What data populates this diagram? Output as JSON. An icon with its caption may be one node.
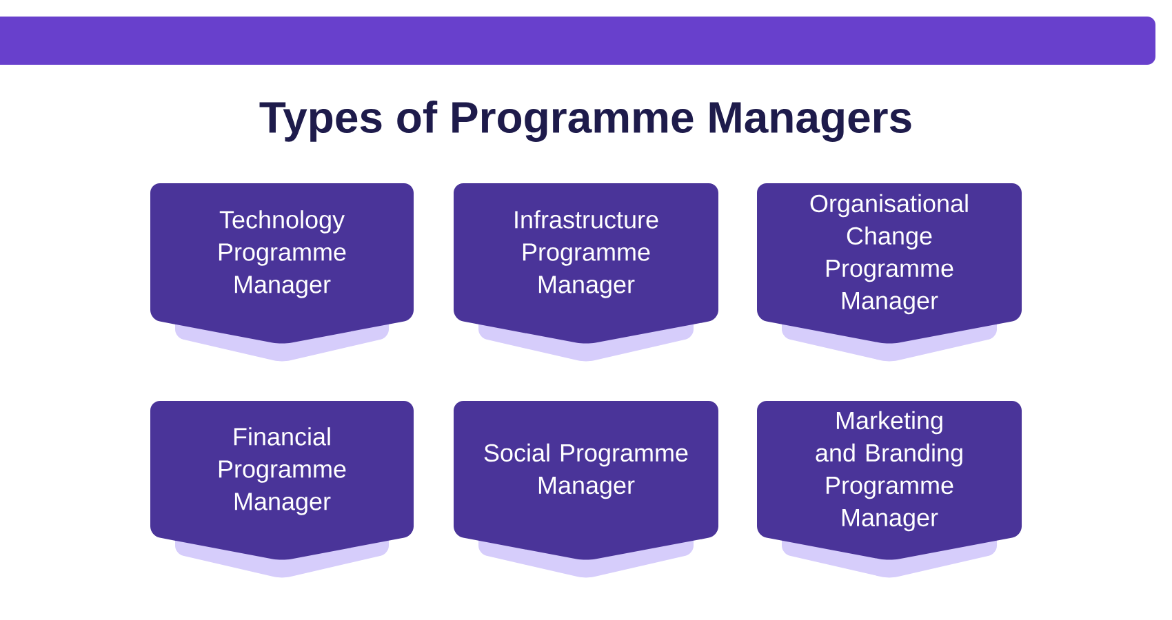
{
  "diagram": {
    "title": "Types of Programme Managers",
    "nodes": [
      {
        "text": [
          "Technology Programme Manager"
        ]
      },
      {
        "text": [
          "Infrastructure Programme Manager"
        ]
      },
      {
        "text": [
          "Organisational Change Programme Manager"
        ]
      },
      {
        "text": [
          "Financial Programme Manager"
        ]
      },
      {
        "text": [
          "Social Programme Manager"
        ]
      },
      {
        "text": [
          "Marketing and Branding Programme Manager"
        ]
      }
    ]
  }
}
